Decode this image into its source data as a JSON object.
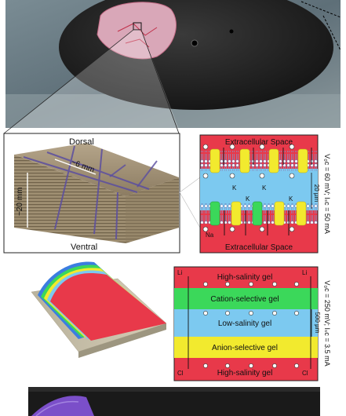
{
  "photo_top": {
    "alt": ""
  },
  "eel_block": {
    "dorsal": "Dorsal",
    "ventral": "Ventral",
    "width_label": "~6 mm",
    "height_label": "~20 mm"
  },
  "cell_panel": {
    "top_label": "Extracellular Space",
    "bottom_label": "Extracellular Space",
    "ion_k": "K",
    "ion_na": "Na",
    "scale_label": "20 µm",
    "side_label": "V₀c = 60 mV; Iₛc = 50 mA"
  },
  "gel_panel": {
    "layers": [
      "High-salinity gel",
      "Cation-selective gel",
      "Low-salinity gel",
      "Anion-selective gel",
      "High-salinity gel"
    ],
    "ion_li": "Li",
    "ion_cl": "Cl",
    "scale_label": "500 µm",
    "side_label": "V₀c = 250 mV; Iₛc = 3.5 mA"
  },
  "colors": {
    "red": "#e8394a",
    "yellow": "#f2ea2e",
    "green": "#3bd85a",
    "blue": "#7cc9f0",
    "membrane_blue": "#6aa8e0"
  }
}
